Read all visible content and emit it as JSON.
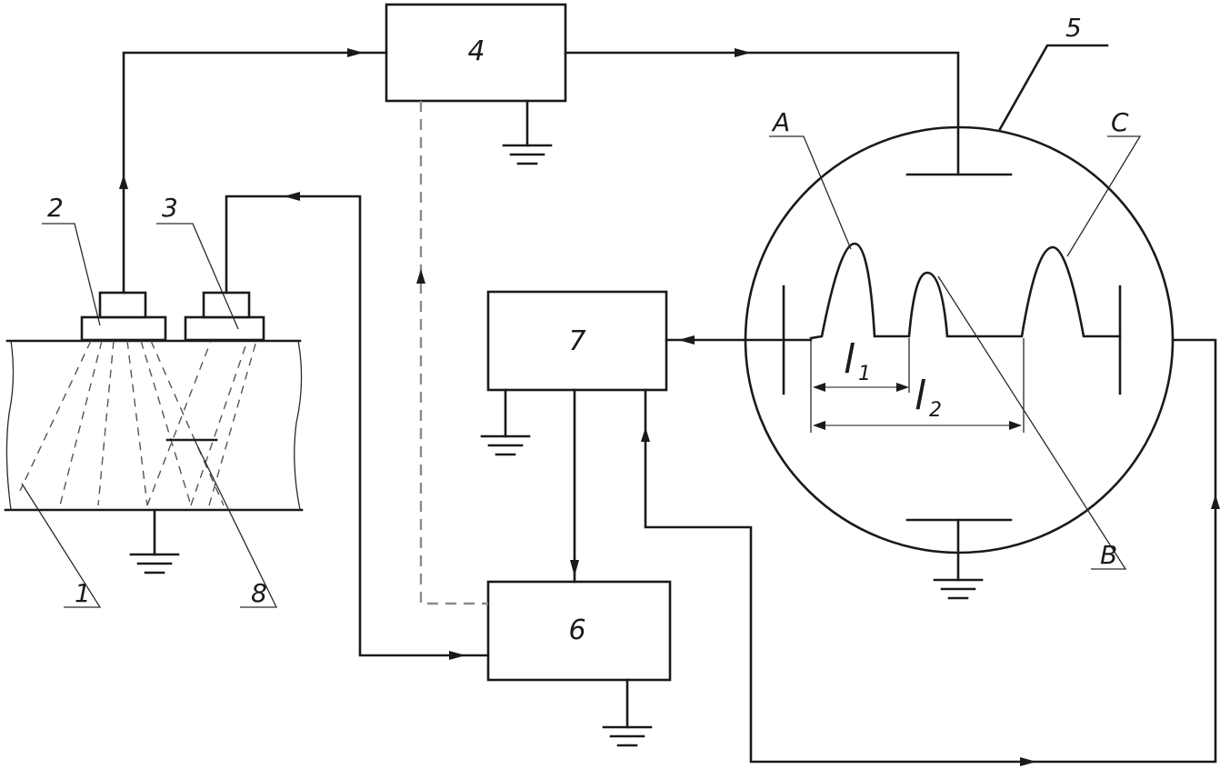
{
  "blocks": {
    "b4": "4",
    "b7": "7",
    "b6": "6"
  },
  "callouts": {
    "c1": "1",
    "c2": "2",
    "c3": "3",
    "c5": "5",
    "c8": "8",
    "peak_a": "A",
    "peak_b": "B",
    "peak_c": "C"
  },
  "dimensions": {
    "l1_letter": "l",
    "l1_sub": "1",
    "l2_letter": "l",
    "l2_sub": "2"
  }
}
